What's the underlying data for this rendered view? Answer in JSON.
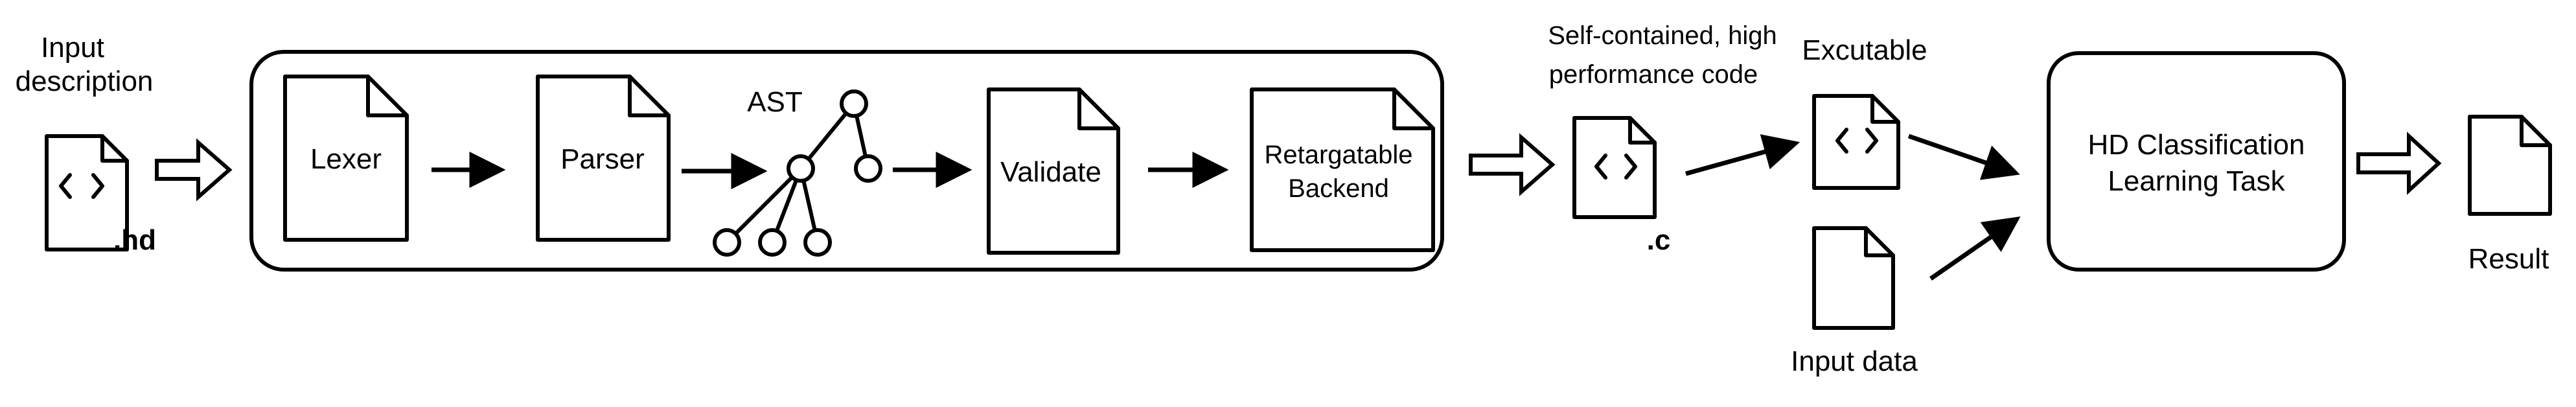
{
  "input": {
    "title_line1": "Input",
    "title_line2": "description",
    "ext": ".hd"
  },
  "pipeline": {
    "lexer": "Lexer",
    "parser": "Parser",
    "ast": "AST",
    "validate": "Validate",
    "backend_line1": "Retargatable",
    "backend_line2": "Backend"
  },
  "output_code": {
    "caption_line1": "Self-contained, high",
    "caption_line2": "performance code",
    "ext": ".c"
  },
  "executable": {
    "label": "Excutable"
  },
  "input_data": {
    "label": "Input data"
  },
  "task": {
    "line1": "HD Classification",
    "line2": "Learning Task"
  },
  "result": {
    "label": "Result"
  },
  "code_icon_glyph": "< >"
}
